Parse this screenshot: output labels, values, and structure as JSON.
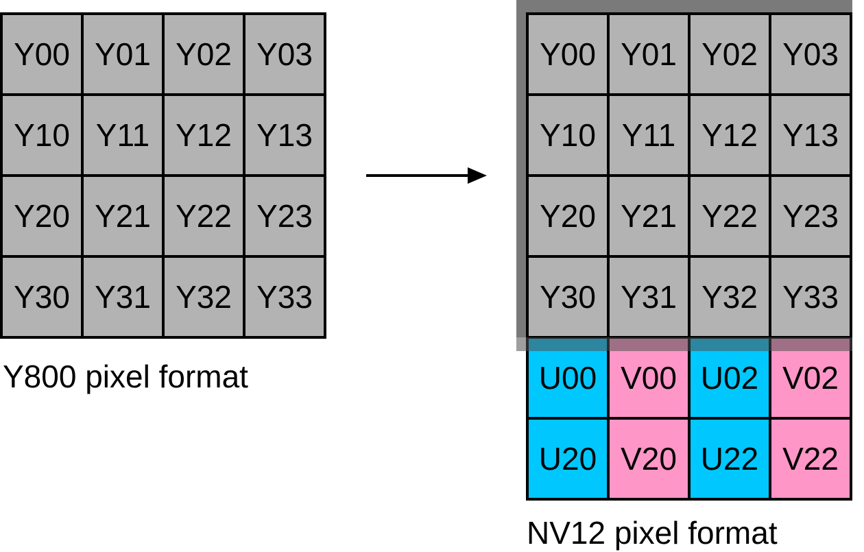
{
  "colors": {
    "y_cell": "#b3b3b3",
    "u_cell": "#00c8ff",
    "v_cell": "#ff96c8",
    "frame": "#7a7a7a",
    "border": "#000000"
  },
  "y800": {
    "caption": "Y800 pixel format",
    "rows": [
      [
        "Y00",
        "Y01",
        "Y02",
        "Y03"
      ],
      [
        "Y10",
        "Y11",
        "Y12",
        "Y13"
      ],
      [
        "Y20",
        "Y21",
        "Y22",
        "Y23"
      ],
      [
        "Y30",
        "Y31",
        "Y32",
        "Y33"
      ]
    ]
  },
  "nv12": {
    "caption": "NV12 pixel format",
    "y_rows": [
      [
        "Y00",
        "Y01",
        "Y02",
        "Y03"
      ],
      [
        "Y10",
        "Y11",
        "Y12",
        "Y13"
      ],
      [
        "Y20",
        "Y21",
        "Y22",
        "Y23"
      ],
      [
        "Y30",
        "Y31",
        "Y32",
        "Y33"
      ]
    ],
    "uv_rows": [
      [
        "U00",
        "V00",
        "U02",
        "V02"
      ],
      [
        "U20",
        "V20",
        "U22",
        "V22"
      ]
    ]
  }
}
